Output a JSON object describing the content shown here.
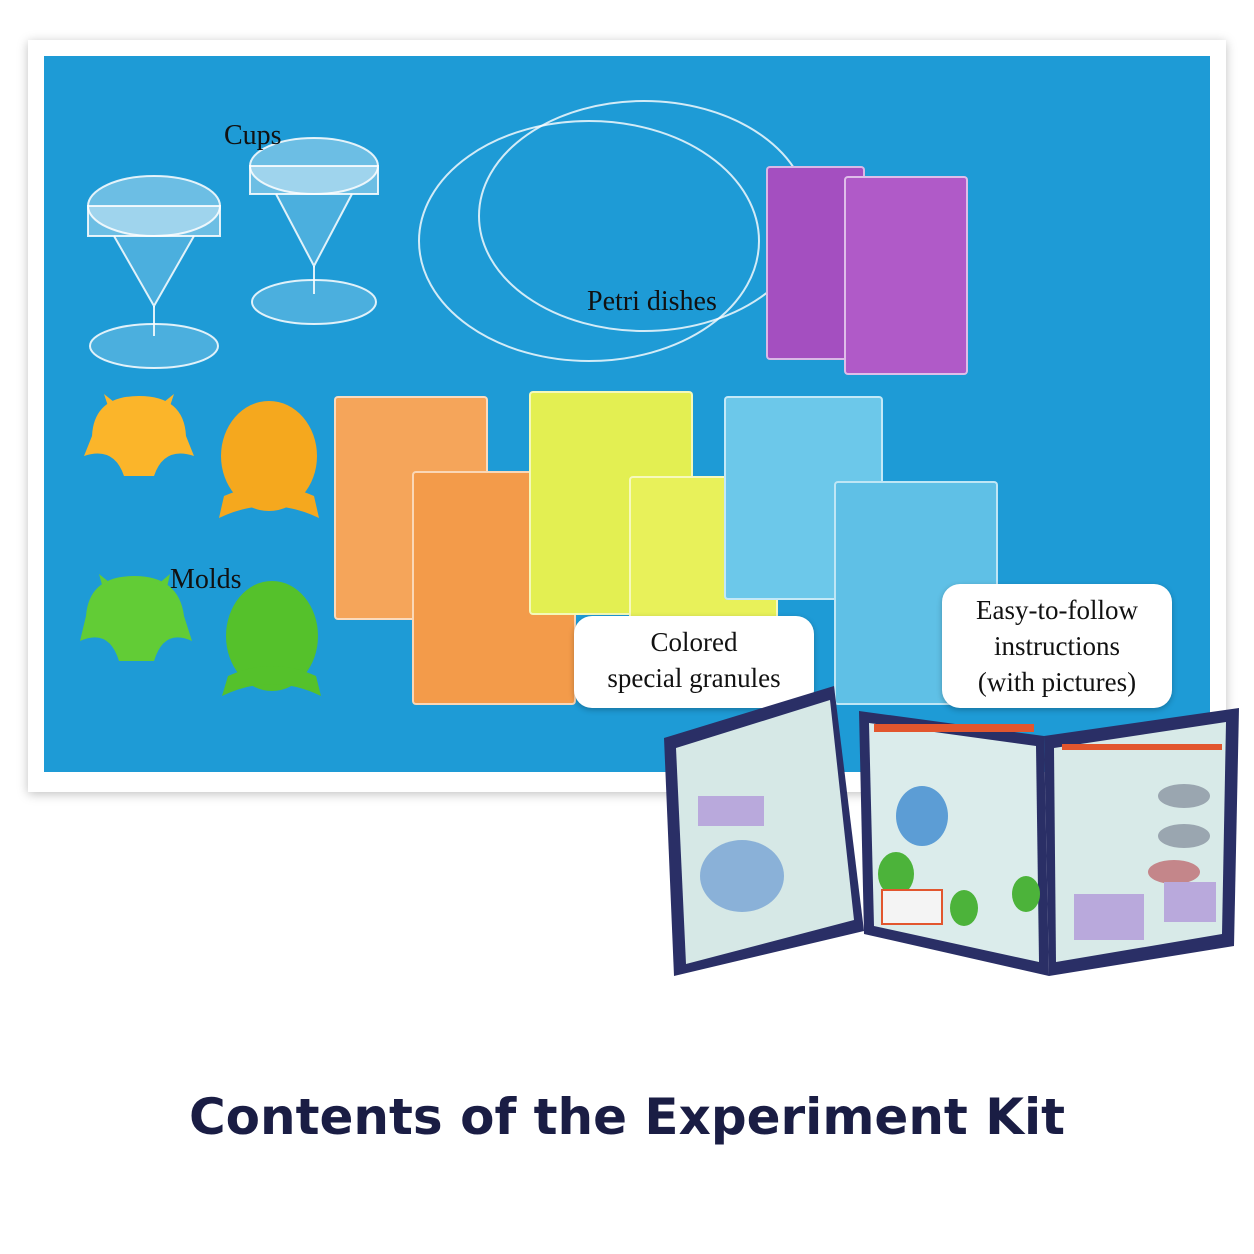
{
  "labels": {
    "cups": "Cups",
    "petri_dishes": "Petri dishes",
    "molds": "Molds"
  },
  "callouts": {
    "granules": [
      "Colored",
      "special granules"
    ],
    "instructions": [
      "Easy-to-follow",
      "instructions",
      "(with pictures)"
    ]
  },
  "title": "Contents of the Experiment Kit",
  "colors": {
    "background_blue": "#1e9bd6",
    "title": "#1a1d44",
    "purple_granules": "#a44fc0",
    "orange_granules": "#f39b4a",
    "yellow_granules": "#e3ef52",
    "blue_granules": "#5fc0e6",
    "mold_yellow": "#fbb52a",
    "mold_green": "#62cc36"
  }
}
